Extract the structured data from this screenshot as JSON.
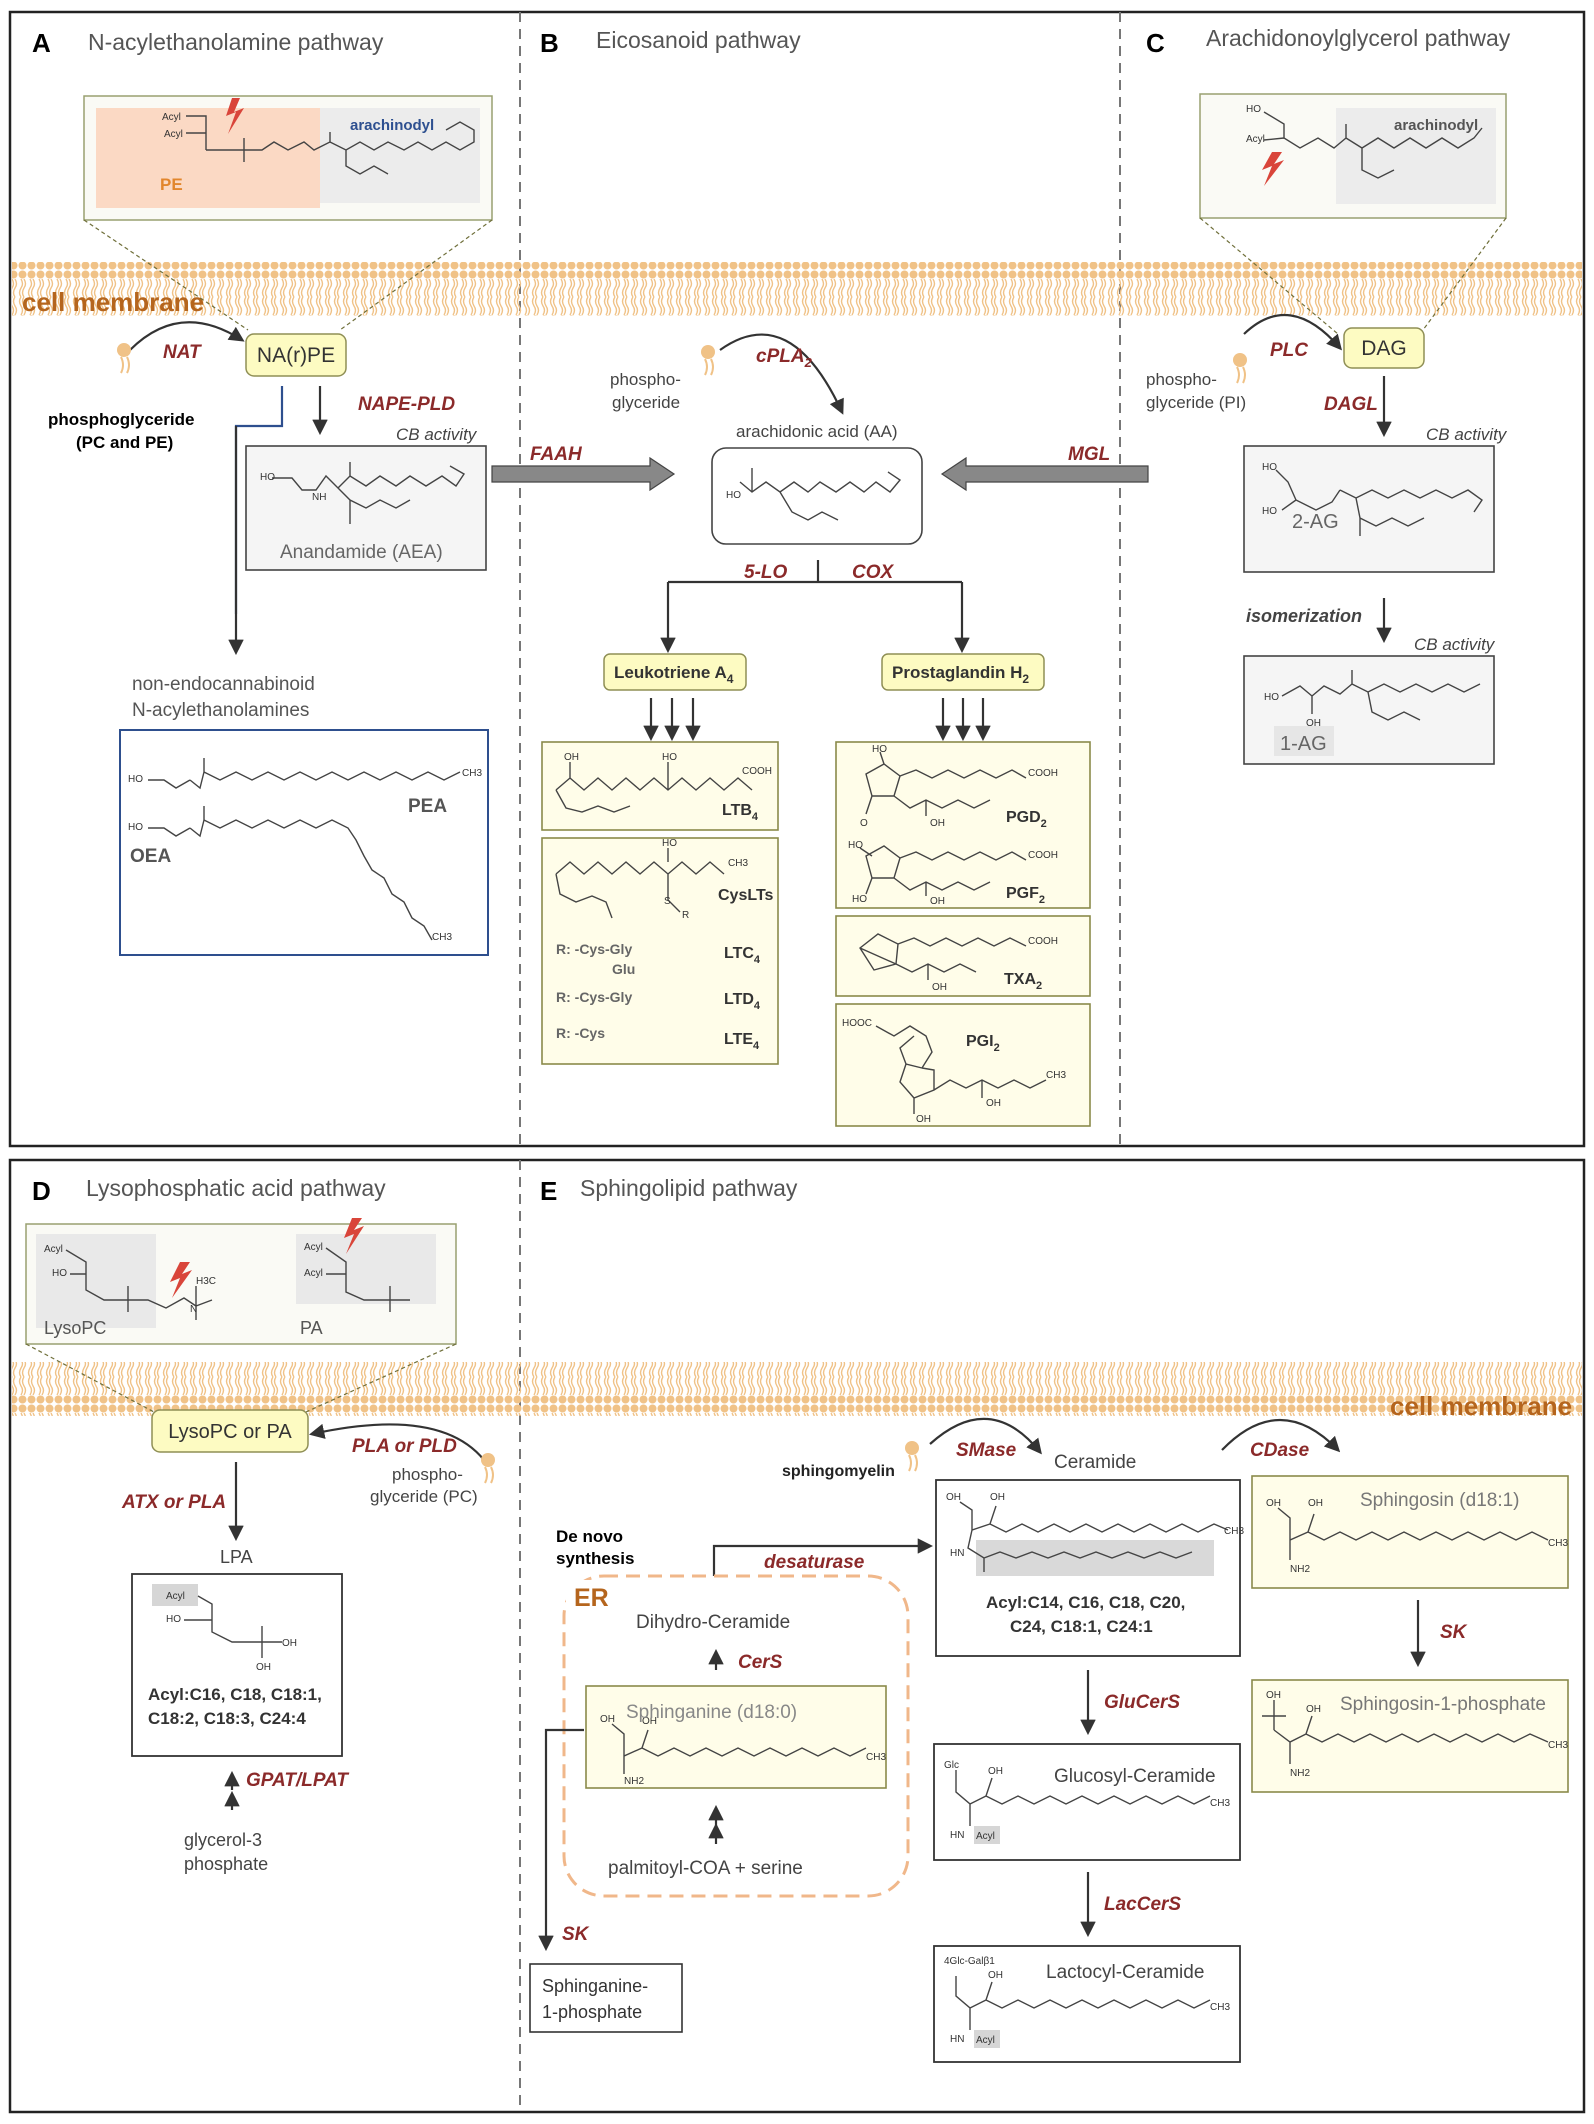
{
  "panels": {
    "a": {
      "letter": "A",
      "title": "N-acylethanolamine pathway"
    },
    "b": {
      "letter": "B",
      "title": "Eicosanoid pathway"
    },
    "c": {
      "letter": "C",
      "title": "Arachidonoylglycerol pathway"
    },
    "d": {
      "letter": "D",
      "title": "Lysophosphatic acid  pathway"
    },
    "e": {
      "letter": "E",
      "title": "Sphingolipid pathway"
    }
  },
  "membrane": {
    "label_top": "cell membrane",
    "label_bottom": "cell membrane"
  },
  "panel_a": {
    "inset_acyl1": "Acyl",
    "inset_acyl2": "Acyl",
    "inset_pe": "PE",
    "inset_arachinodyl": "arachinodyl",
    "nat": "NAT",
    "napre": "NA(r)PE",
    "phospho_line1": "phosphoglyceride",
    "phospho_line2": "(PC and PE)",
    "nape_pld": "NAPE-PLD",
    "cb_activity": "CB activity",
    "aea": "Anandamide (AEA)",
    "non_endo_line1": "non-endocannabinoid",
    "non_endo_line2": "N-acylethanolamines",
    "pea": "PEA",
    "oea": "OEA"
  },
  "panel_b": {
    "faah": "FAAH",
    "mgl": "MGL",
    "cpla2": "cPLA",
    "cpla2_sub": "2",
    "phospho_line1": "phospho-",
    "phospho_line2": "glyceride",
    "aa": "arachidonic acid (AA)",
    "lo5": "5-LO",
    "cox": "COX",
    "lta4": "Leukotriene A",
    "lta4_sub": "4",
    "pgh2": "Prostaglandin H",
    "pgh2_sub": "2",
    "ltb4": "LTB",
    "ltb4_sub": "4",
    "cyslts": "CysLTs",
    "r1": "R: -Cys-Gly",
    "r1b": "Glu",
    "ltc4": "LTC",
    "r2": "R: -Cys-Gly",
    "ltd4": "LTD",
    "r3": "R: -Cys",
    "lte4": "LTE",
    "sub4": "4",
    "pgd2": "PGD",
    "pgf2": "PGF",
    "txa2": "TXA",
    "pgi2": "PGI",
    "sub2": "2"
  },
  "panel_c": {
    "inset_acyl": "Acyl",
    "inset_arachinodyl": "arachinodyl",
    "plc": "PLC",
    "dag": "DAG",
    "phospho_line1": "phospho-",
    "phospho_line2": "glyceride (PI)",
    "dagl": "DAGL",
    "cb_activity": "CB activity",
    "ag2": "2-AG",
    "isomerization": "isomerization",
    "cb_activity2": "CB activity",
    "ag1": "1-AG"
  },
  "panel_d": {
    "lysopc": "LysoPC",
    "pa": "PA",
    "acyl": "Acyl",
    "lysopc_or_pa": "LysoPC or PA",
    "pla_or_pld": "PLA or PLD",
    "phospho_line1": "phospho-",
    "phospho_line2": "glyceride (PC)",
    "atx_or_pla": "ATX or PLA",
    "lpa": "LPA",
    "lpa_acyl": "Acyl",
    "lpa_line1": "Acyl:C16, C18, C18:1,",
    "lpa_line2": "C18:2, C18:3, C24:4",
    "gpat": "GPAT/LPAT",
    "g3p_line1": "glycerol-3",
    "g3p_line2": "phosphate"
  },
  "panel_e": {
    "sphingomyelin": "sphingomyelin",
    "smase": "SMase",
    "ceramide": "Ceramide",
    "cdase": "CDase",
    "denovo_line1": "De novo",
    "denovo_line2": "synthesis",
    "desaturase": "desaturase",
    "er": "ER",
    "dihydro": "Dihydro-Ceramide",
    "cers": "CerS",
    "sphinganine": "Sphinganine (d18:0)",
    "palmitoyl": "palmitoyl-COA + serine",
    "sk": "SK",
    "s1p_line1": "Sphinganine-",
    "s1p_line2": "1-phosphate",
    "cer_acyl_line1": "Acyl:C14, C16, C18, C20,",
    "cer_acyl_line2": "C24, C18:1, C24:1",
    "glucers": "GluCerS",
    "glucosyl": "Glucosyl-Ceramide",
    "glc": "Glc",
    "acyl": "Acyl",
    "lacers": "LacCerS",
    "lactosyl": "Lactocyl-Ceramide",
    "galglc": "4Glc-Galβ1",
    "sphingosin": "Sphingosin (d18:1)",
    "sk2": "SK",
    "sphingosine1p": "Sphingosin-1-phosphate"
  }
}
